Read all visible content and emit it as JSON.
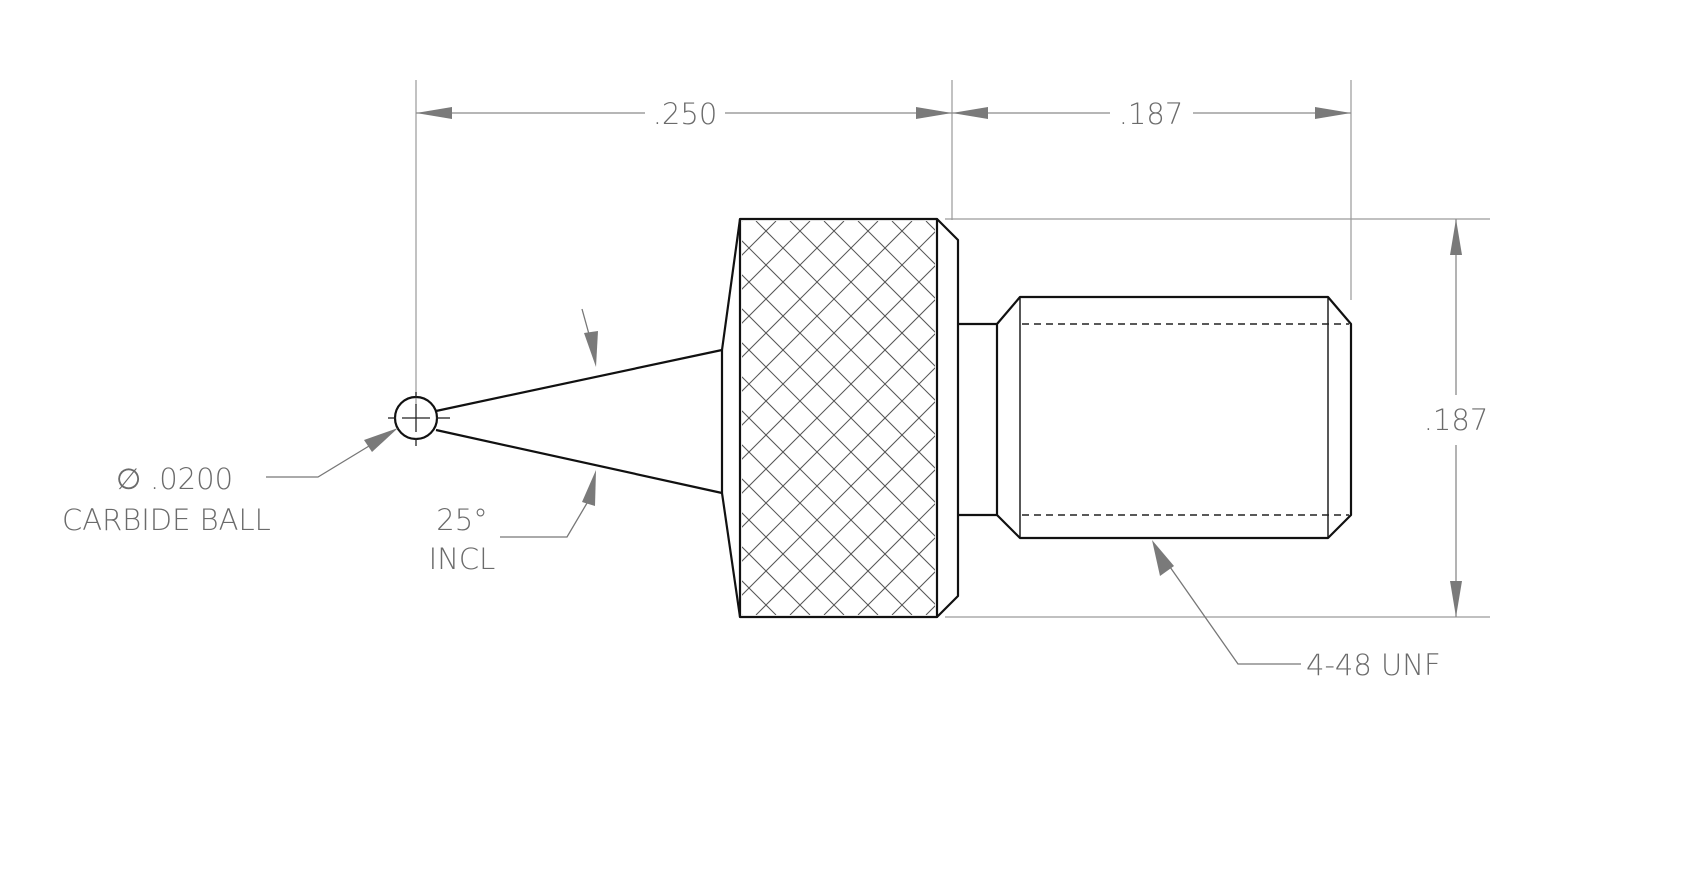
{
  "dimensions": {
    "ball_to_knurl": ".250",
    "thread_length": ".187",
    "knurl_diameter": ".187"
  },
  "callouts": {
    "ball_diameter_symbol": "∅",
    "ball_diameter": ".0200",
    "ball_material": "CARBIDE BALL",
    "included_angle": "25°",
    "included_angle_note": "INCL",
    "thread_spec": "4-48 UNF"
  }
}
